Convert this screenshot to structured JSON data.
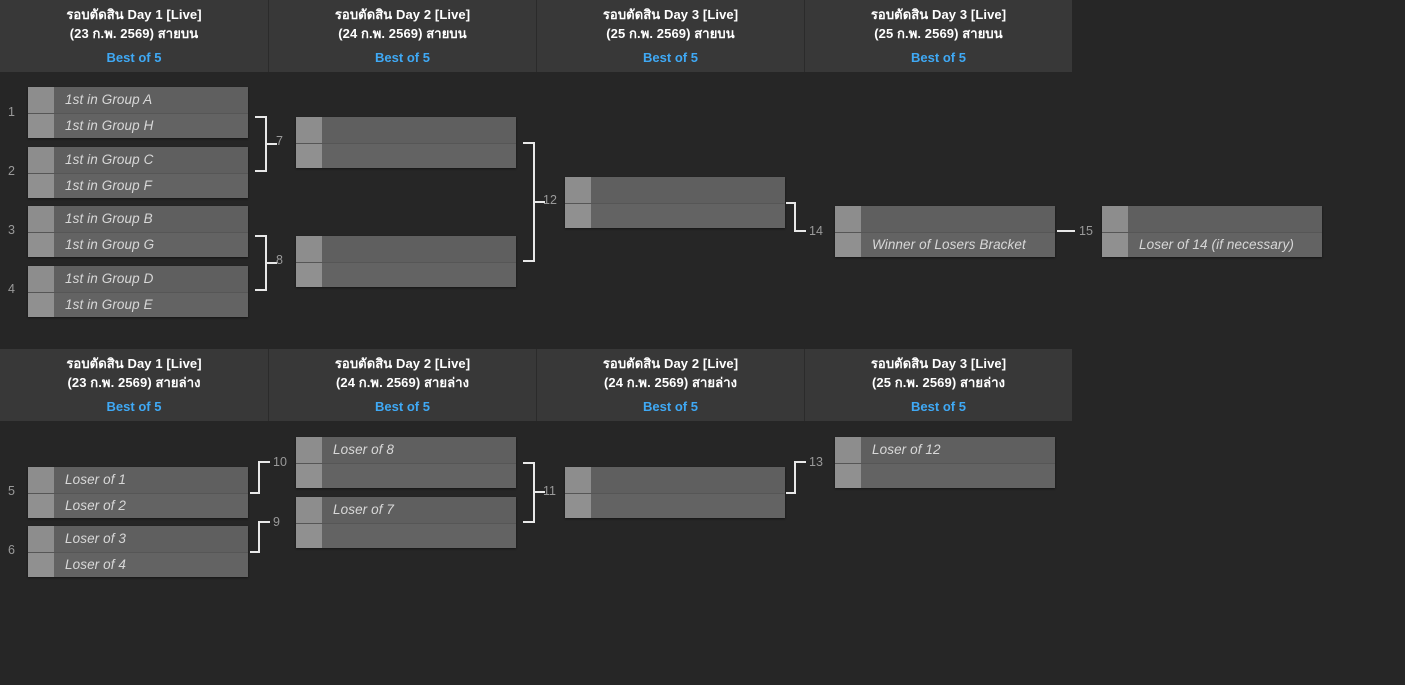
{
  "upper_bracket": {
    "headers": [
      {
        "line1": "รอบตัดสิน Day 1 [Live]",
        "line2": "(23 ก.พ. 2569) สายบน",
        "format": "Best of 5"
      },
      {
        "line1": "รอบตัดสิน Day 2 [Live]",
        "line2": "(24 ก.พ. 2569) สายบน",
        "format": "Best of 5"
      },
      {
        "line1": "รอบตัดสิน Day 3 [Live]",
        "line2": "(25 ก.พ. 2569) สายบน",
        "format": "Best of 5"
      },
      {
        "line1": "รอบตัดสิน Day 3 [Live]",
        "line2": "(25 ก.พ. 2569) สายบน",
        "format": "Best of 5"
      }
    ],
    "matches": [
      {
        "id": "1",
        "top": "1st in Group A",
        "bottom": "1st in Group H"
      },
      {
        "id": "2",
        "top": "1st in Group C",
        "bottom": "1st in Group F"
      },
      {
        "id": "3",
        "top": "1st in Group B",
        "bottom": "1st in Group G"
      },
      {
        "id": "4",
        "top": "1st in Group D",
        "bottom": "1st in Group E"
      },
      {
        "id": "7",
        "top": "",
        "bottom": ""
      },
      {
        "id": "8",
        "top": "",
        "bottom": ""
      },
      {
        "id": "12",
        "top": "",
        "bottom": ""
      },
      {
        "id": "14",
        "top": "",
        "bottom": "Winner of Losers Bracket"
      },
      {
        "id": "15",
        "top": "",
        "bottom": "Loser of 14 (if necessary)"
      }
    ]
  },
  "lower_bracket": {
    "headers": [
      {
        "line1": "รอบตัดสิน Day 1 [Live]",
        "line2": "(23 ก.พ. 2569) สายล่าง",
        "format": "Best of 5"
      },
      {
        "line1": "รอบตัดสิน Day 2 [Live]",
        "line2": "(24 ก.พ. 2569) สายล่าง",
        "format": "Best of 5"
      },
      {
        "line1": "รอบตัดสิน Day 2 [Live]",
        "line2": "(24 ก.พ. 2569) สายล่าง",
        "format": "Best of 5"
      },
      {
        "line1": "รอบตัดสิน Day 3 [Live]",
        "line2": "(25 ก.พ. 2569) สายล่าง",
        "format": "Best of 5"
      }
    ],
    "matches": [
      {
        "id": "5",
        "top": "Loser of 1",
        "bottom": "Loser of 2"
      },
      {
        "id": "6",
        "top": "Loser of 3",
        "bottom": "Loser of 4"
      },
      {
        "id": "10",
        "top": "Loser of 8",
        "bottom": ""
      },
      {
        "id": "9",
        "top": "Loser of 7",
        "bottom": ""
      },
      {
        "id": "11",
        "top": "",
        "bottom": ""
      },
      {
        "id": "13",
        "top": "Loser of 12",
        "bottom": ""
      }
    ]
  },
  "colors": {
    "page_background": "#262626",
    "header_background": "#383838",
    "header_text": "#ffffff",
    "format_accent": "#3fa9f5",
    "match_row": "#5f5f5f",
    "match_score_cell": "#8d8d8d",
    "match_text": "#d8d8d8",
    "connector": "#e8e8e8",
    "index_text": "#9a9a9a"
  }
}
